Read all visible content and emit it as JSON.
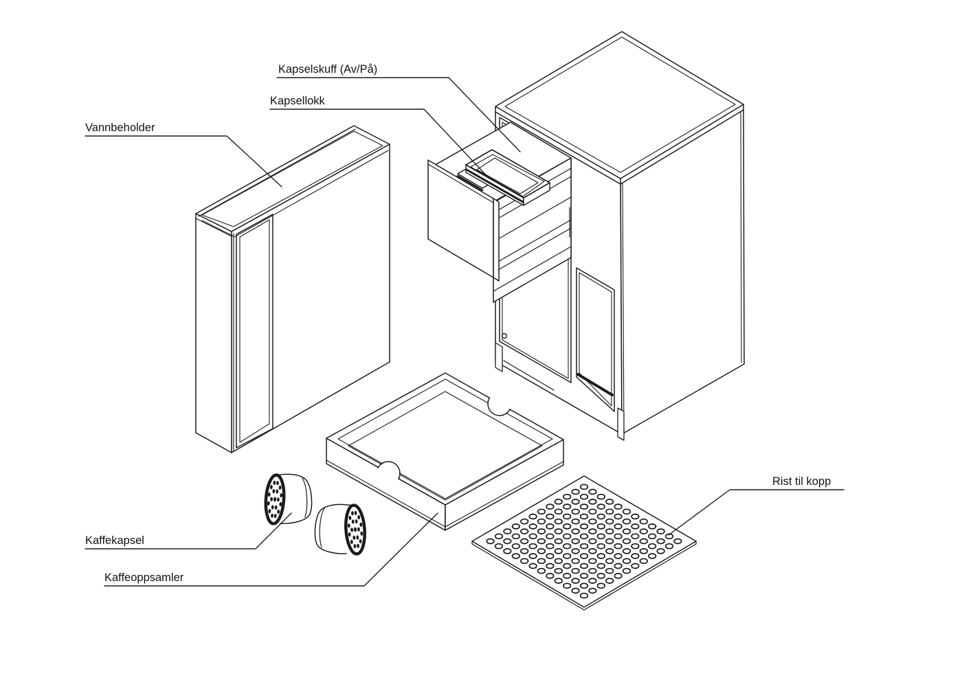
{
  "diagram": {
    "labels": {
      "kapselskuff": "Kapselskuff (Av/På)",
      "kapsellokk": "Kapsellokk",
      "vannbeholder": "Vannbeholder",
      "kaffekapsel": "Kaffekapsel",
      "kaffeoppsamler": "Kaffeoppsamler",
      "rist_til_kopp": "Rist til kopp"
    },
    "colors": {
      "line": "#1b1b1b",
      "background": "#ffffff"
    }
  }
}
